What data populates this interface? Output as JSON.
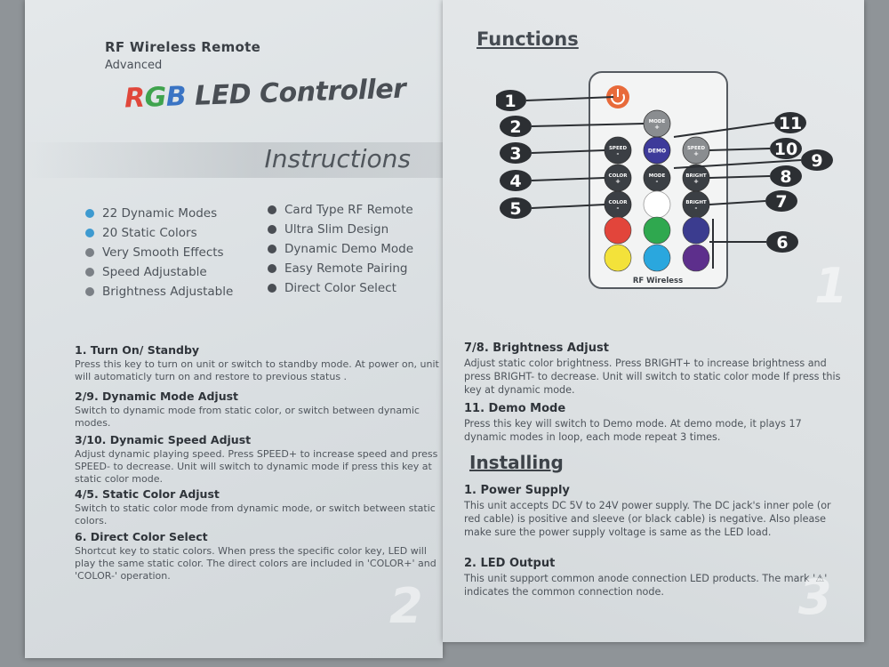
{
  "left": {
    "title": "RF Wireless Remote",
    "subtitle": "Advanced",
    "brand": {
      "r": "R",
      "g": "G",
      "b": "B",
      "rest": " LED Controller"
    },
    "instructions": "Instructions",
    "features_left": [
      {
        "label": "22 Dynamic Modes",
        "color": "#3d9ad0"
      },
      {
        "label": "20 Static Colors",
        "color": "#3d9ad0"
      },
      {
        "label": "Very Smooth Effects",
        "color": "#7b8086"
      },
      {
        "label": "Speed Adjustable",
        "color": "#7b8086"
      },
      {
        "label": "Brightness Adjustable",
        "color": "#7b8086"
      }
    ],
    "features_right": [
      {
        "label": "Card Type RF Remote",
        "color": "#4a4e54"
      },
      {
        "label": "Ultra Slim Design",
        "color": "#4a4e54"
      },
      {
        "label": "Dynamic Demo Mode",
        "color": "#4a4e54"
      },
      {
        "label": "Easy Remote Pairing",
        "color": "#4a4e54"
      },
      {
        "label": "Direct Color Select",
        "color": "#4a4e54"
      }
    ],
    "sections": [
      {
        "title": "1. Turn On/ Standby",
        "body": "Press this key to turn on unit or switch to standby mode. At power on, unit will automaticly turn on and restore to previous status ."
      },
      {
        "title": "2/9. Dynamic Mode Adjust",
        "body": "Switch to dynamic mode from static color, or switch between dynamic modes."
      },
      {
        "title": "3/10. Dynamic Speed Adjust",
        "body": "Adjust dynamic playing speed. Press SPEED+ to increase speed and press SPEED- to decrease. Unit will switch to dynamic mode if press this key at static color mode."
      },
      {
        "title": "4/5. Static Color Adjust",
        "body": "Switch to static color mode from dynamic mode, or switch between static colors."
      },
      {
        "title": "6. Direct Color Select",
        "body": "Shortcut key to static colors. When press the specific color key, LED will play the same static color. The direct colors are included in 'COLOR+' and 'COLOR-' operation."
      }
    ],
    "page_number": "2"
  },
  "right": {
    "functions": "Functions",
    "remote": {
      "brand": "RF Wireless",
      "buttons": {
        "mode_plus": "MODE +",
        "speed_minus": "SPEED -",
        "demo": "DEMO",
        "speed_plus": "SPEED +",
        "color_plus": "COLOR +",
        "mode_minus": "MODE -",
        "bright_plus": "BRIGHT +",
        "color_minus": "COLOR -",
        "bright_minus": "BRIGHT -"
      },
      "color_keys": [
        "#e2453b",
        "#2fa84f",
        "#3b3c8f",
        "#f3e23a",
        "#2aa7de",
        "#5d2f8c"
      ],
      "callouts_left": [
        "1",
        "2",
        "3",
        "4",
        "5"
      ],
      "callouts_right": [
        "11",
        "10",
        "9",
        "8",
        "7",
        "6"
      ]
    },
    "sections": [
      {
        "title": "7/8. Brightness Adjust",
        "body": "Adjust static color brightness. Press BRIGHT+ to increase brightness and press BRIGHT- to decrease. Unit will switch to static color mode If press this key at dynamic mode."
      },
      {
        "title": "11. Demo Mode",
        "body": "Press this key will switch to Demo mode. At demo mode, it plays 17 dynamic modes in loop, each mode repeat 3 times."
      }
    ],
    "installing": "Installing",
    "install_sections": [
      {
        "title": "1. Power Supply",
        "body": "This unit accepts DC 5V to 24V power supply. The DC jack's inner pole (or red cable) is positive and sleeve (or black cable) is negative. Also please make sure the power supply voltage is same as the LED load."
      },
      {
        "title": "2. LED Output",
        "body": "This unit support common anode connection LED products. The mark '⚠' indicates the common connection node."
      }
    ],
    "page_number_top": "1",
    "page_number_bottom": "3"
  }
}
